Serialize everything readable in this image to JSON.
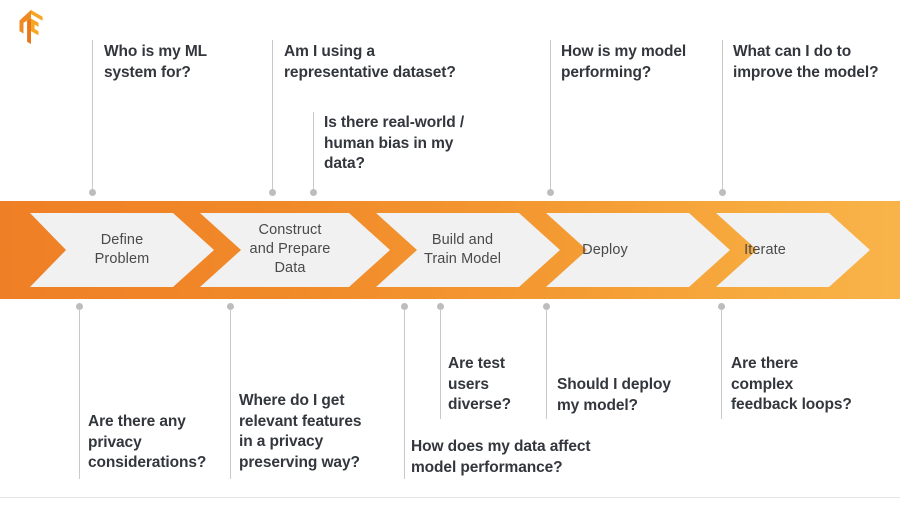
{
  "logo": {
    "name": "tensorflow-logo",
    "colors": {
      "light": "#f6a623",
      "mid": "#ef8b23",
      "dark": "#e8761a"
    }
  },
  "theme": {
    "band_start": "#ef7f26",
    "band_end": "#f8b44a",
    "chevron_fill": "#f1f1f1",
    "chevron_text": "#4a4a4a",
    "question_text": "#33373d",
    "connector": "#c9c9c9",
    "dot": "#bdbdbd"
  },
  "pipeline": {
    "name": "ml-workflow-pipeline",
    "steps": [
      {
        "id": "define-problem",
        "label": "Define\nProblem"
      },
      {
        "id": "construct-prepare-data",
        "label": "Construct\nand Prepare\nData"
      },
      {
        "id": "build-train-model",
        "label": "Build and\nTrain Model"
      },
      {
        "id": "deploy",
        "label": "Deploy"
      },
      {
        "id": "iterate",
        "label": "Iterate"
      }
    ]
  },
  "questions_top": [
    {
      "id": "who-is-my-ml-system-for",
      "text": "Who is my ML\nsystem for?"
    },
    {
      "id": "representative-dataset",
      "text": "Am I using a\nrepresentative dataset?"
    },
    {
      "id": "real-world-human-bias",
      "text": "Is there real-world /\nhuman bias in my\ndata?"
    },
    {
      "id": "how-is-my-model-performing",
      "text": "How is my model\nperforming?"
    },
    {
      "id": "improve-the-model",
      "text": "What can I do to\nimprove the model?"
    }
  ],
  "questions_bottom": [
    {
      "id": "privacy-considerations",
      "text": "Are there any\nprivacy\nconsiderations?"
    },
    {
      "id": "relevant-features-privacy",
      "text": "Where do I get\nrelevant features\nin a privacy\npreserving way?"
    },
    {
      "id": "are-test-users-diverse",
      "text": "Are test\nusers\ndiverse?"
    },
    {
      "id": "data-affect-model-performance",
      "text": "How does my data affect\nmodel performance?"
    },
    {
      "id": "should-i-deploy-my-model",
      "text": "Should I deploy\nmy model?"
    },
    {
      "id": "complex-feedback-loops",
      "text": "Are there\ncomplex\nfeedback loops?"
    }
  ]
}
